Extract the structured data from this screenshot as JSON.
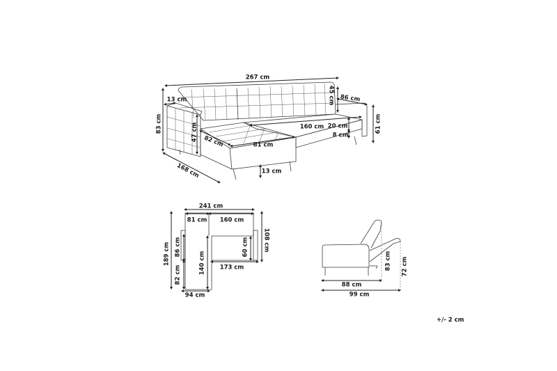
{
  "perspective_view": {
    "total_width": "267 cm",
    "armrest_width": "13 cm",
    "total_height": "83 cm",
    "backrest_height": "45 cm",
    "depth_main": "86 cm",
    "armrest_height": "61 cm",
    "seat_width_main": "160 cm",
    "seat_cushion": "20 cm",
    "seat_base": "8 cm",
    "chaise_armrest_height": "47 cm",
    "chaise_seat_depth": "82 cm",
    "chaise_seat_width": "81 cm",
    "chaise_length": "168 cm",
    "leg_height": "13 cm"
  },
  "plan_view": {
    "total_width": "241 cm",
    "chaise_width": "81 cm",
    "main_seat_width": "160 cm",
    "total_length": "189 cm",
    "main_depth_left": "86 cm",
    "chaise_extension": "82 cm",
    "chaise_inner_length": "140 cm",
    "main_seat_depth": "60 cm",
    "main_depth_right": "108 cm",
    "main_front_width": "173 cm",
    "chaise_outer_width": "94 cm"
  },
  "side_view": {
    "seat_depth": "88 cm",
    "reclined_depth": "99 cm",
    "upright_height": "83 cm",
    "reclined_height": "72 cm"
  },
  "tolerance": "+/- 2 cm"
}
